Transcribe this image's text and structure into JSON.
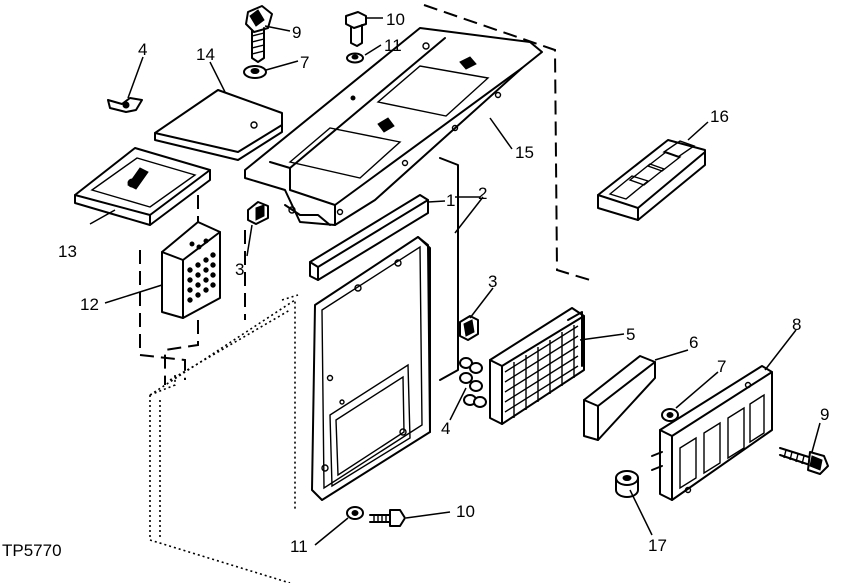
{
  "figure_id": "TP5770",
  "callouts": [
    {
      "id": "c1",
      "label": "1"
    },
    {
      "id": "c2",
      "label": "2"
    },
    {
      "id": "c3a",
      "label": "3"
    },
    {
      "id": "c3b",
      "label": "3"
    },
    {
      "id": "c4a",
      "label": "4"
    },
    {
      "id": "c4b",
      "label": "4"
    },
    {
      "id": "c5",
      "label": "5"
    },
    {
      "id": "c6",
      "label": "6"
    },
    {
      "id": "c7a",
      "label": "7"
    },
    {
      "id": "c7b",
      "label": "7"
    },
    {
      "id": "c8",
      "label": "8"
    },
    {
      "id": "c9a",
      "label": "9"
    },
    {
      "id": "c9b",
      "label": "9"
    },
    {
      "id": "c10a",
      "label": "10"
    },
    {
      "id": "c10b",
      "label": "10"
    },
    {
      "id": "c11a",
      "label": "11"
    },
    {
      "id": "c11b",
      "label": "11"
    },
    {
      "id": "c12",
      "label": "12"
    },
    {
      "id": "c13",
      "label": "13"
    },
    {
      "id": "c14",
      "label": "14"
    },
    {
      "id": "c15",
      "label": "15"
    },
    {
      "id": "c16",
      "label": "16"
    },
    {
      "id": "c17",
      "label": "17"
    }
  ]
}
